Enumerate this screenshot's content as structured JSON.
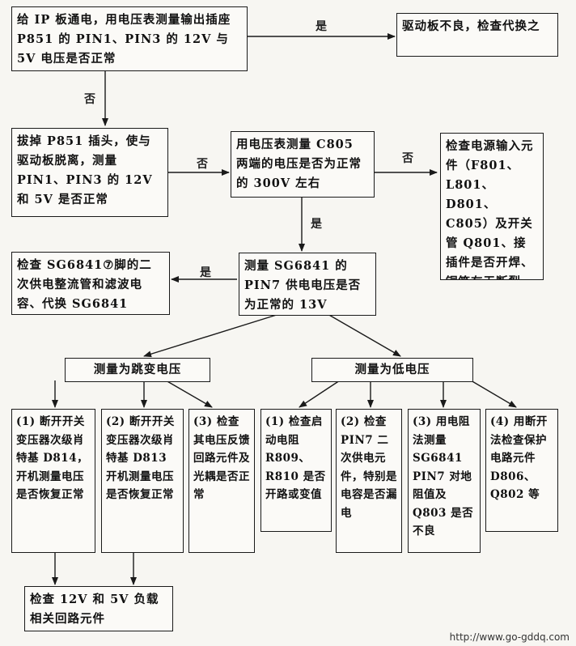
{
  "nodes": {
    "q1": "给 IP 板通电，用电压表测量输出插座 P851 的 PIN1、PIN3 的 12V 与 5V 电压是否正常",
    "drive_bad": "驱动板不良，检查代换之",
    "q2": "拔掉 P851 插头，使与驱动板脱离，测量 PIN1、PIN3 的 12V 和 5V 是否正常",
    "q3": "用电压表测量 C805 两端的电压是否为正常的 300V 左右",
    "check_input": "检查电源输入元件（F801、L801、D801、C805）及开关管 Q801、接插件是否开焊、铜箔有无断裂",
    "check_sg": "检查 SG6841⑦脚的二次供电整流管和滤波电容、代换 SG6841",
    "q4": "测量 SG6841 的 PIN7 供电电压是否为正常的 13V",
    "jump": "测量为跳变电压",
    "low": "测量为低电压",
    "j1": "(1) 断开开关变压器次级肖特基 D814，开机测量电压是否恢复正常",
    "j2": "(2) 断开开关变压器次级肖特基 D813 开机测量电压是否恢复正常",
    "j3": "(3) 检查其电压反馈回路元件及光耦是否正常",
    "l1": "(1) 检查启动电阻 R809、R810 是否开路或变值",
    "l2": "(2) 检查 PIN7 二次供电元件，特别是电容是否漏电",
    "l3": "(3) 用电阻法测量 SG6841 PIN7 对地阻值及 Q803 是否不良",
    "l4": "(4) 用断开法检查保护电路元件 D806、Q802 等",
    "final": "检查 12V 和 5V 负载相关回路元件"
  },
  "labels": {
    "yes1": "是",
    "no1": "否",
    "no2": "否",
    "no3": "否",
    "yes2": "是",
    "yes3": "是"
  },
  "footer": {
    "url": "http://www.go-gddq.com"
  }
}
